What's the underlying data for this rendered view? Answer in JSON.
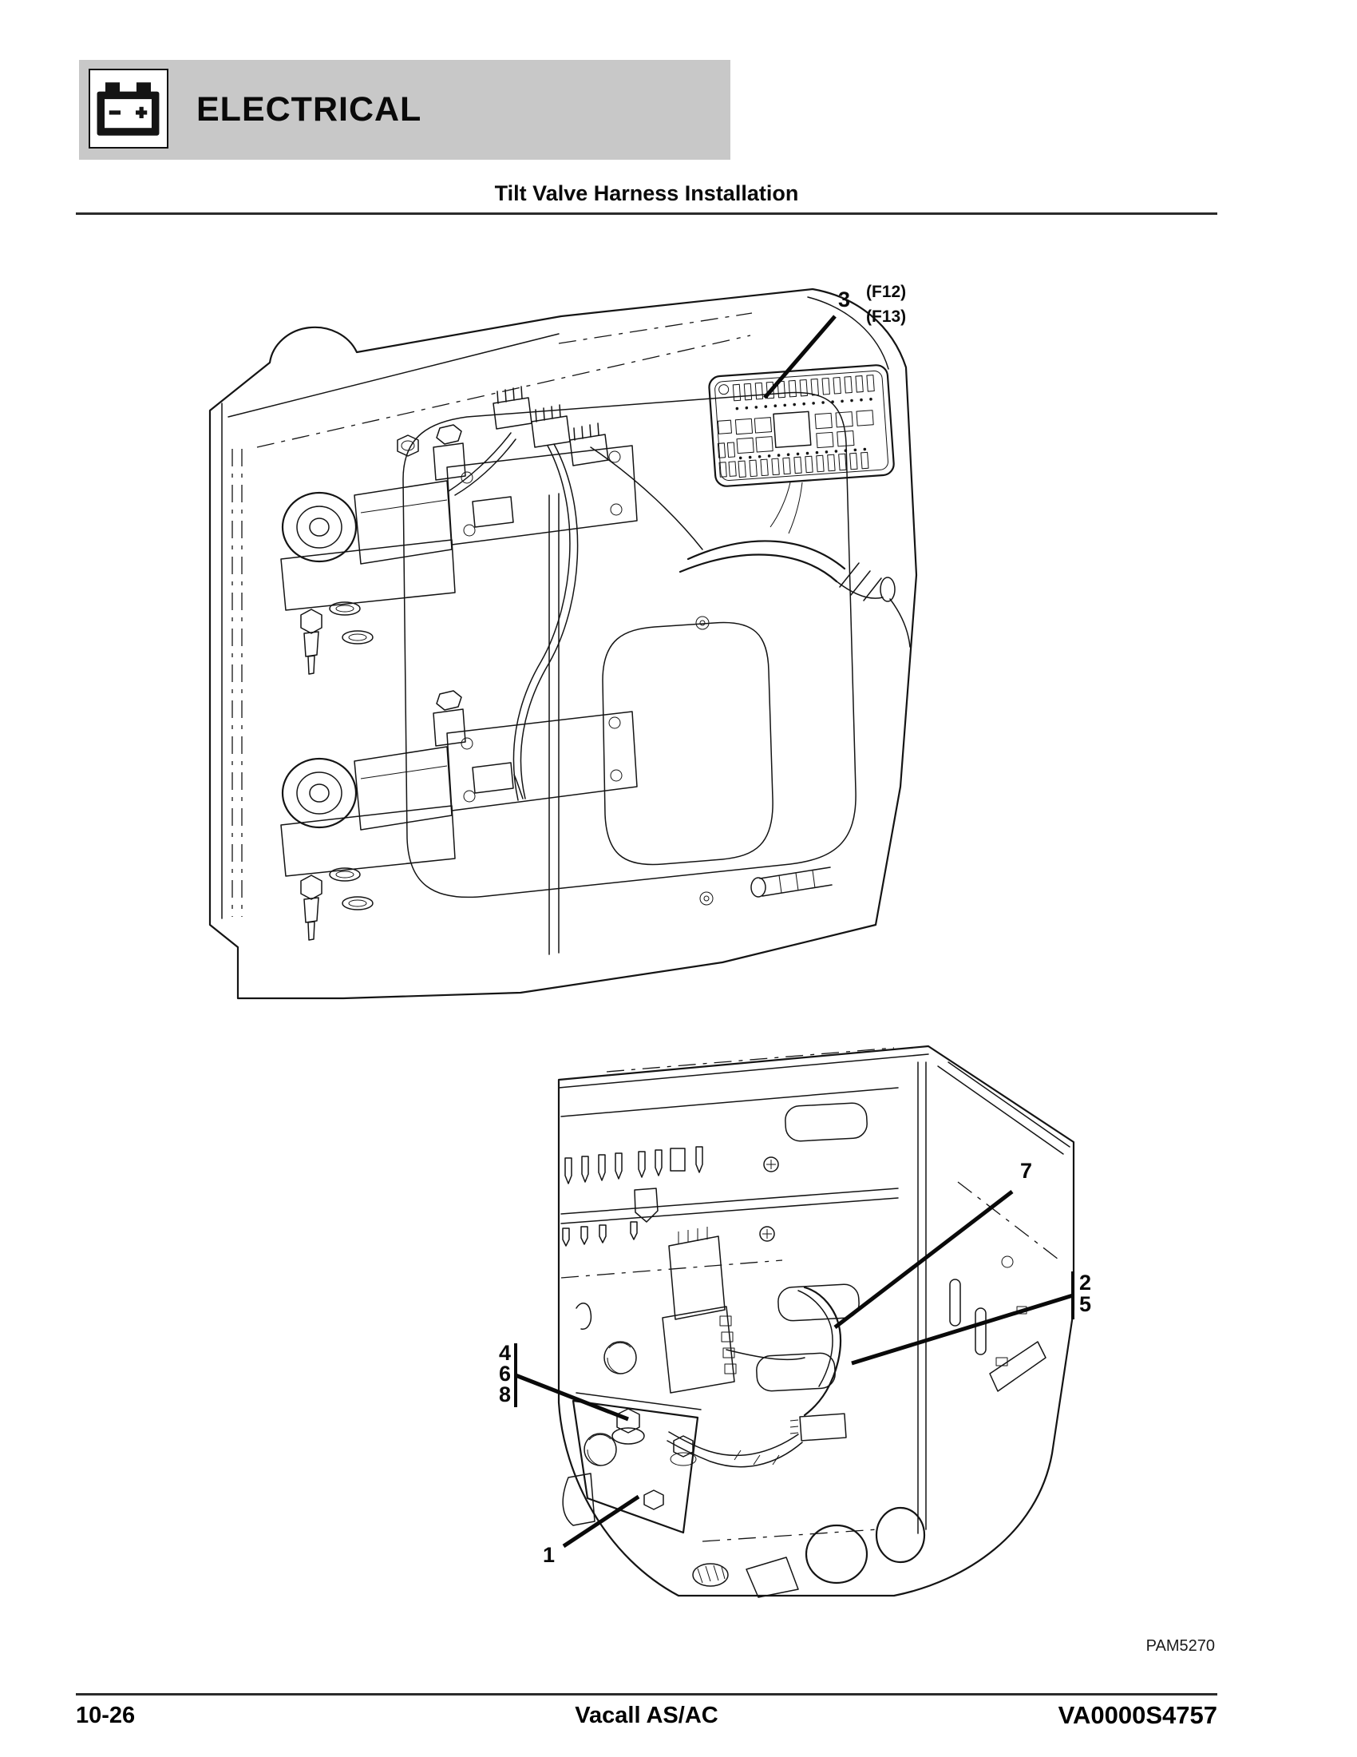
{
  "header": {
    "section_label": "ELECTRICAL"
  },
  "page": {
    "title": "Tilt Valve Harness Installation",
    "figure_code": "PAM5270"
  },
  "callouts": {
    "c1": "1",
    "c2": "2",
    "c3": "3",
    "c4": "4",
    "c5": "5",
    "c6": "6",
    "c7": "7",
    "c8": "8",
    "f12": "(F12)",
    "f13": "(F13)"
  },
  "footer": {
    "page_number": "10-26",
    "model": "Vacall AS/AC",
    "doc_number": "VA0000S4757"
  },
  "colors": {
    "header_bar": "#c8c8c8",
    "ink": "#141414",
    "rule": "#2b2b2b"
  }
}
